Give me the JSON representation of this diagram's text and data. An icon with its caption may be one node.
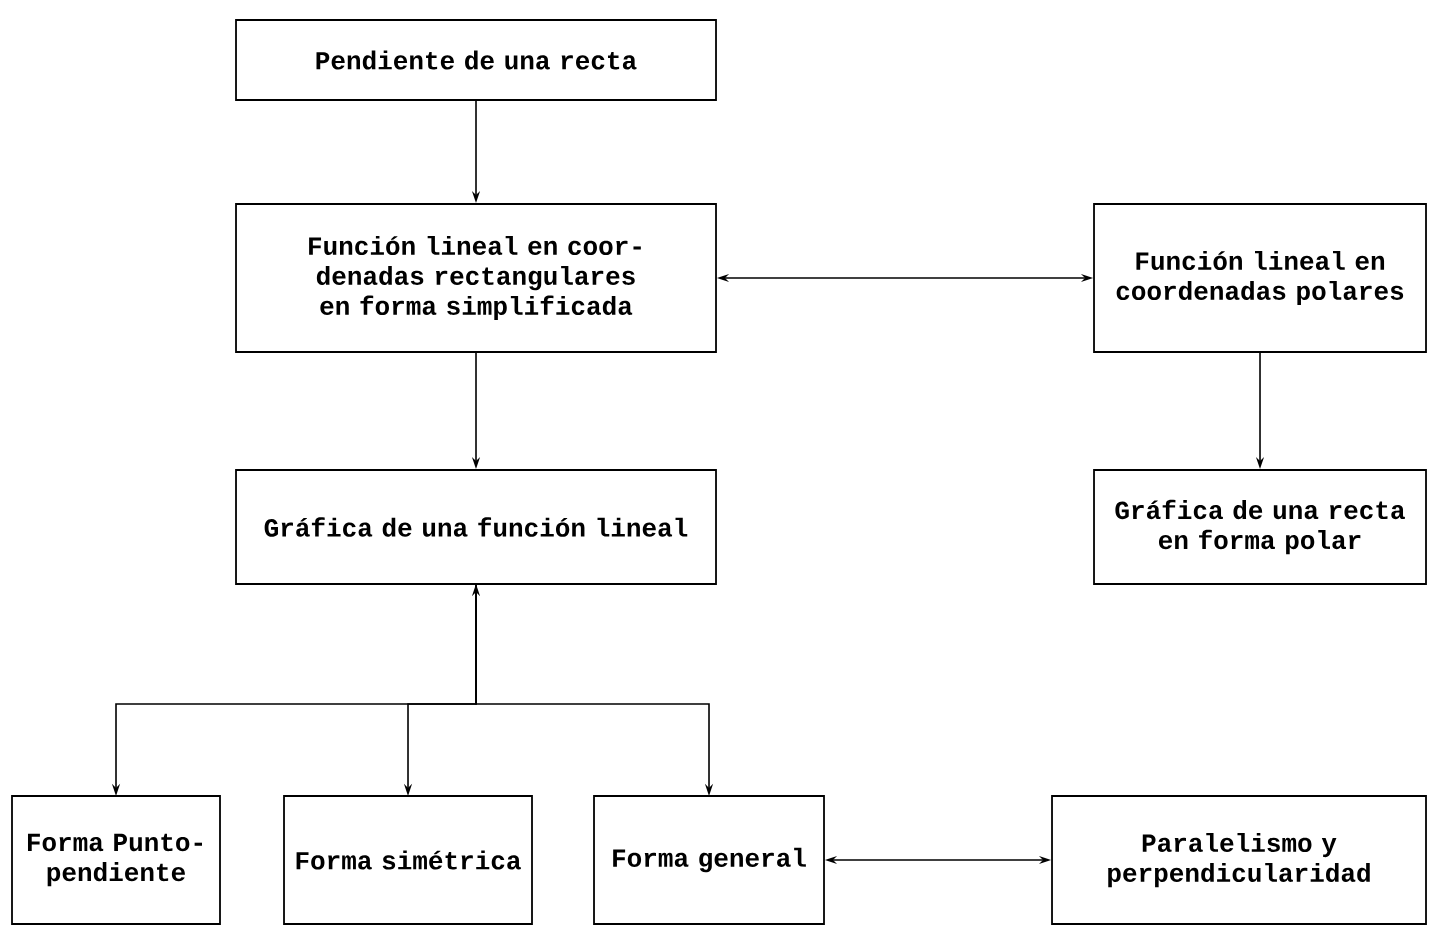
{
  "diagram": {
    "nodes": [
      {
        "text": [
          "Pendiente de una recta"
        ]
      },
      {
        "text": [
          "Función lineal en coor- denadas rectangulares en forma simplificada"
        ]
      },
      {
        "text": [
          "Función lineal en coordenadas polares"
        ]
      },
      {
        "text": [
          "Gráfica de una función lineal"
        ]
      },
      {
        "text": [
          "Gráfica de una recta en forma polar"
        ]
      },
      {
        "text": [
          "Forma Punto- pendiente"
        ]
      },
      {
        "text": [
          "Forma simétrica"
        ]
      },
      {
        "text": [
          "Forma general"
        ]
      },
      {
        "text": [
          "Paralelismo y perpendicularidad"
        ]
      }
    ],
    "edges": [
      {
        "from": 0,
        "to": 1,
        "arrow": "to"
      },
      {
        "from": 1,
        "to": 2,
        "arrow": "both"
      },
      {
        "from": 1,
        "to": 3,
        "arrow": "to"
      },
      {
        "from": 2,
        "to": 4,
        "arrow": "to"
      },
      {
        "from": 3,
        "to": 5,
        "arrow": "to"
      },
      {
        "from": 3,
        "to": 6,
        "arrow": "both"
      },
      {
        "from": 3,
        "to": 7,
        "arrow": "to"
      },
      {
        "from": 7,
        "to": 8,
        "arrow": "both"
      }
    ]
  }
}
